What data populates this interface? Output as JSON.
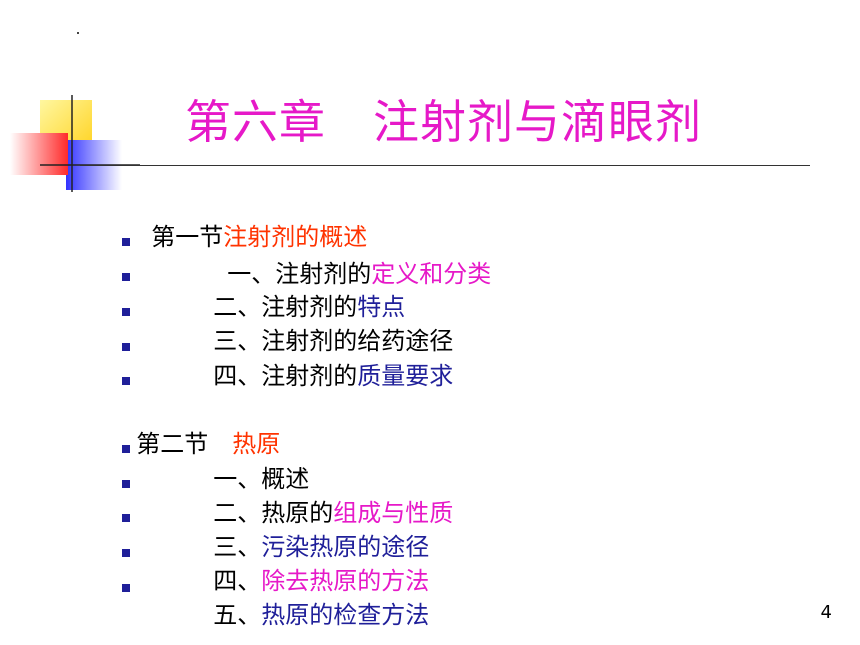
{
  "title": "第六章　注射剂与滴眼剂",
  "section1": {
    "prefix": "第一节",
    "highlight": "注射剂的概述",
    "items": [
      {
        "prefix": "一、注射剂的",
        "highlight": "定义和分类"
      },
      {
        "prefix": "二、注射剂的",
        "highlight": "特点"
      },
      {
        "prefix": "三、注射剂的给药途径",
        "highlight": ""
      },
      {
        "prefix": "四、注射剂的",
        "highlight": "质量要求"
      }
    ]
  },
  "section2": {
    "prefix": "第二节　",
    "highlight": "热原",
    "items": [
      {
        "prefix": "一、概述",
        "highlight": ""
      },
      {
        "prefix": "二、热原的",
        "highlight": "组成与性质"
      },
      {
        "prefix": "三、",
        "highlight": "污染热原的途径"
      },
      {
        "prefix": "四、",
        "highlight": "除去热原的方法"
      },
      {
        "prefix": "五、",
        "highlight": "热原的检查方法"
      }
    ]
  },
  "page_number": "4",
  "colors": {
    "title": "#e619c8",
    "red": "#ff3300",
    "magenta": "#e619c8",
    "blue": "#1f1f99",
    "bullet": "#1f1f99"
  }
}
